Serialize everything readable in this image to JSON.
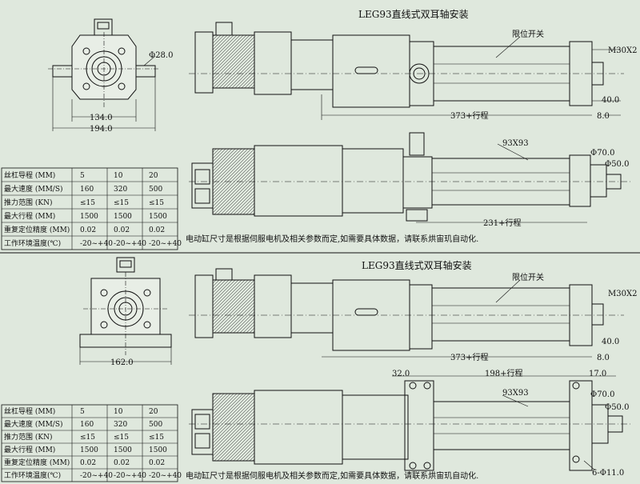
{
  "section1": {
    "title": "LEG93直线式双耳轴安装",
    "front_view": {
      "dim_inner": "134.0",
      "dim_outer": "194.0",
      "dim_diameter": "Φ28.0"
    },
    "side_view_a": {
      "limit_switch": "限位开关",
      "thread": "M30X2",
      "dim_40": "40.0",
      "dim_8": "8.0",
      "stroke": "373+行程"
    },
    "side_view_b": {
      "profile": "93X93",
      "dim_70": "Φ70.0",
      "dim_50": "Φ50.0",
      "stroke": "231+行程"
    },
    "note": "电动缸尺寸是根据伺服电机及相关参数而定,如需要具体数据，请联系烘宙玑自动化."
  },
  "section2": {
    "title": "LEG93直线式双耳轴安装",
    "front_view": {
      "dim_width": "162.0"
    },
    "side_view_a": {
      "limit_switch": "限位开关",
      "thread": "M30X2",
      "dim_40": "40.0",
      "dim_8": "8.0",
      "stroke": "373+行程"
    },
    "side_view_b": {
      "dim_32": "32.0",
      "stroke": "198+行程",
      "dim_17": "17.0",
      "profile": "93X93",
      "dim_70": "Φ70.0",
      "dim_50": "Φ50.0",
      "holes": "6-Φ11.0"
    },
    "note": "电动缸尺寸是根据伺服电机及相关参数而定,如需要具体数据，请联系烘宙玑自动化."
  },
  "spec_table": [
    [
      "丝杠导程 (MM)",
      "5",
      "10",
      "20"
    ],
    [
      "最大速度 (MM/S)",
      "160",
      "320",
      "500"
    ],
    [
      "推力范围 (KN)",
      "≤15",
      "≤15",
      "≤15"
    ],
    [
      "最大行程 (MM)",
      "1500",
      "1500",
      "1500"
    ],
    [
      "重复定位精度 (MM)",
      "0.02",
      "0.02",
      "0.02"
    ],
    [
      "工作环境温度(℃)",
      "-20~+40",
      "-20~+40",
      "-20~+40"
    ]
  ]
}
